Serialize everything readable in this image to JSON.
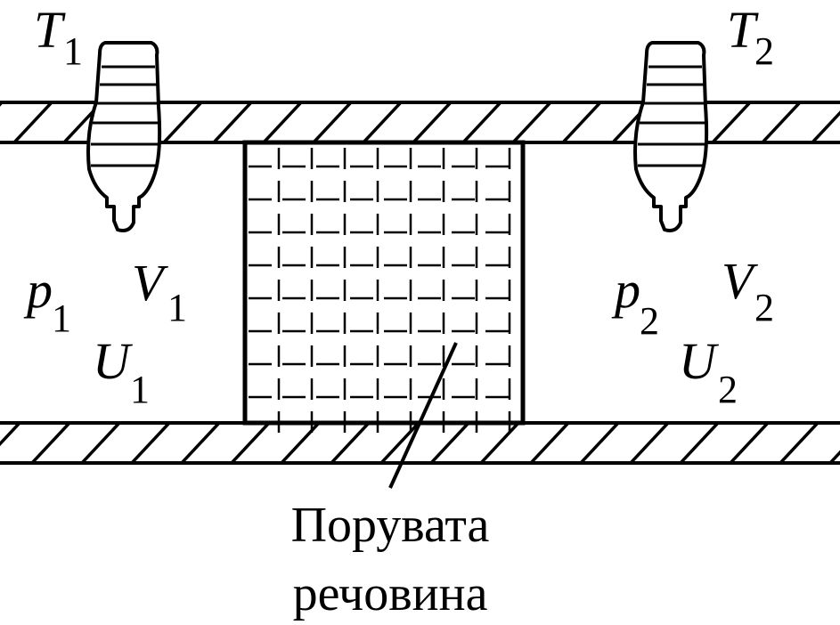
{
  "diagram": {
    "left_thermometer": {
      "symbol": "T",
      "index": "1"
    },
    "right_thermometer": {
      "symbol": "T",
      "index": "2"
    },
    "left_chamber": {
      "pressure": {
        "symbol": "p",
        "index": "1"
      },
      "volume": {
        "symbol": "V",
        "index": "1"
      },
      "energy": {
        "symbol": "U",
        "index": "1"
      }
    },
    "right_chamber": {
      "pressure": {
        "symbol": "p",
        "index": "2"
      },
      "volume": {
        "symbol": "V",
        "index": "2"
      },
      "energy": {
        "symbol": "U",
        "index": "2"
      }
    },
    "porous_label": {
      "line1": "Порувата",
      "line2": "речовина"
    },
    "colors": {
      "ink": "#000000",
      "background": "#ffffff"
    }
  }
}
